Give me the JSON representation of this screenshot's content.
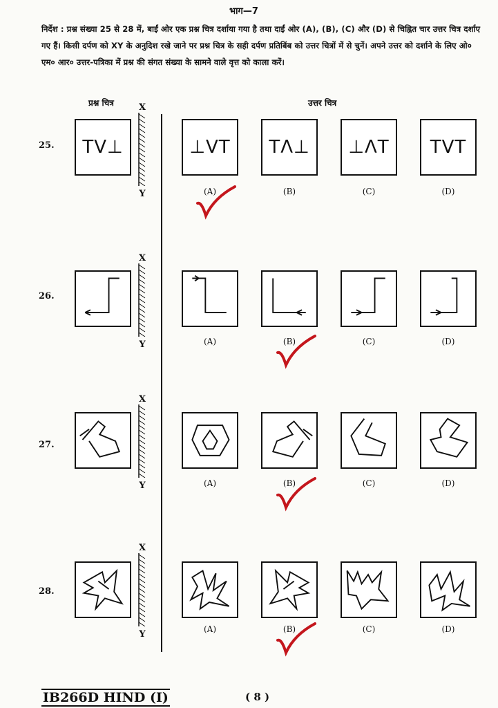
{
  "page": {
    "section": "भाग—7",
    "instructions": "निर्देश : प्रश्न संख्या 25 से 28 में, बाईं ओर एक प्रश्न चित्र दर्शाया गया है तथा दाईं ओर (A), (B), (C) और (D) से चिह्नित चार उत्तर चित्र दर्शाए गए हैं। किसी दर्पण को XY के अनुदिश रखे जाने पर प्रश्न चित्र के सही दर्पण प्रतिबिंब को उत्तर चित्रों में से चुनें। अपने उत्तर को दर्शाने के लिए ओ० एम० आर० उत्तर-पत्रिका में प्रश्न की संगत संख्या के सामने वाले वृत्त को काला करें।",
    "question_figure_heading": "प्रश्न चित्र",
    "answer_figures_heading": "उत्तर चित्र",
    "mirror_top": "X",
    "mirror_bottom": "Y",
    "footer_code": "IB266D HIND (I)",
    "page_number": "( 8 )"
  },
  "option_labels": [
    "(A)",
    "(B)",
    "(C)",
    "(D)"
  ],
  "questions": [
    {
      "number": "25.",
      "question_text": "TV⊥",
      "options_text": [
        "⊥VT",
        "TΛ⊥",
        "⊥ΛT",
        "TVT"
      ],
      "marked": "(A)"
    },
    {
      "number": "26.",
      "marked": "(B)"
    },
    {
      "number": "27.",
      "marked": "(B)"
    },
    {
      "number": "28.",
      "marked": "(B)"
    }
  ],
  "colors": {
    "ink": "#111111",
    "tick": "#c4161c",
    "paper": "#fbfbf8"
  }
}
